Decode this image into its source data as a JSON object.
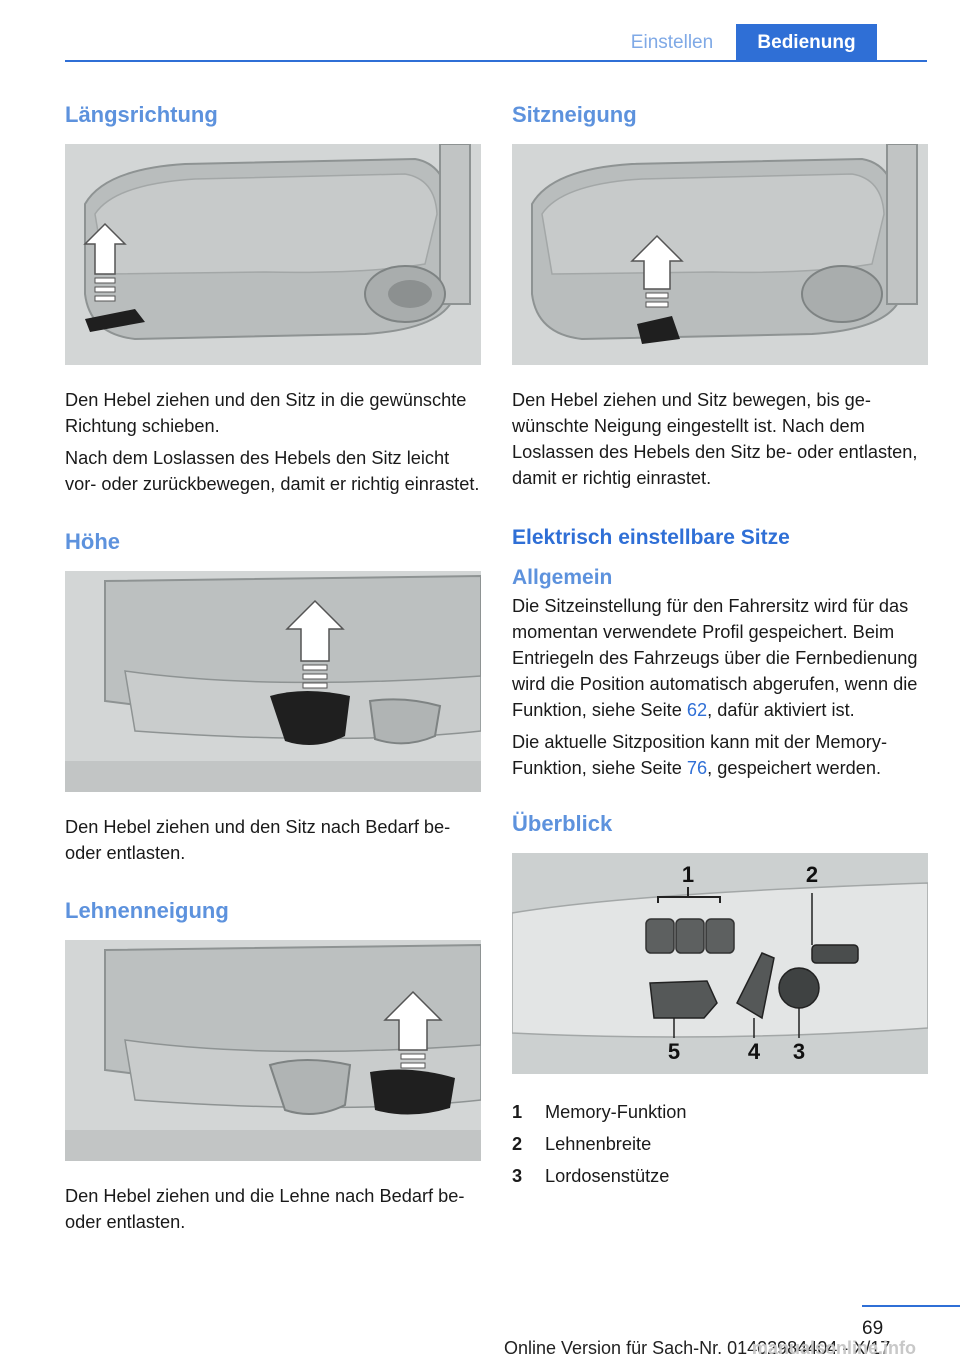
{
  "header": {
    "tab_inactive": "Einstellen",
    "tab_active": "Bedienung"
  },
  "left": {
    "s1_title": "Längsrichtung",
    "s1_p1": "Den Hebel ziehen und den Sitz in die ge­wünschte Richtung schieben.",
    "s1_p2": "Nach dem Loslassen des Hebels den Sitz leicht vor- oder zurückbewegen, damit er rich­tig einrastet.",
    "s2_title": "Höhe",
    "s2_p1": "Den Hebel ziehen und den Sitz nach Bedarf be- oder entlasten.",
    "s3_title": "Lehnenneigung",
    "s3_p1": "Den Hebel ziehen und die Lehne nach Bedarf be- oder entlasten."
  },
  "right": {
    "s1_title": "Sitzneigung",
    "s1_p1": "Den Hebel ziehen und Sitz bewegen, bis ge­wünschte Neigung eingestellt ist. Nach dem Loslassen des Hebels den Sitz be- oder ent­lasten, damit er richtig einrastet.",
    "s2_title": "Elektrisch einstellbare Sitze",
    "s3_title": "Allgemein",
    "s3_p1_a": "Die Sitzeinstellung für den Fahrersitz wird für das momentan verwendete Profil gespeichert. Beim Entriegeln des Fahrzeugs über die Fern­bedienung wird die Position automatisch ab­gerufen, wenn die Funktion, siehe Seite ",
    "s3_p1_link": "62",
    "s3_p1_b": ", dafür aktiviert ist.",
    "s3_p2_a": "Die aktuelle Sitzposition kann mit der Memory-Funktion, siehe Seite ",
    "s3_p2_link": "76",
    "s3_p2_b": ", gespeichert wer­den.",
    "s4_title": "Überblick",
    "figure_labels": [
      "1",
      "2",
      "5",
      "4",
      "3"
    ],
    "list": [
      {
        "num": "1",
        "label": "Memory-Funktion"
      },
      {
        "num": "2",
        "label": "Lehnenbreite"
      },
      {
        "num": "3",
        "label": "Lordosenstütze"
      }
    ]
  },
  "footer": {
    "page_number": "69",
    "version": "Online Version für Sach-Nr. 01402984404 - X/17",
    "watermark": "manualsonline.info"
  },
  "colors": {
    "accent": "#2f6fd6",
    "heading": "#5d92dd",
    "figure_bg": "#d6d9d9"
  }
}
